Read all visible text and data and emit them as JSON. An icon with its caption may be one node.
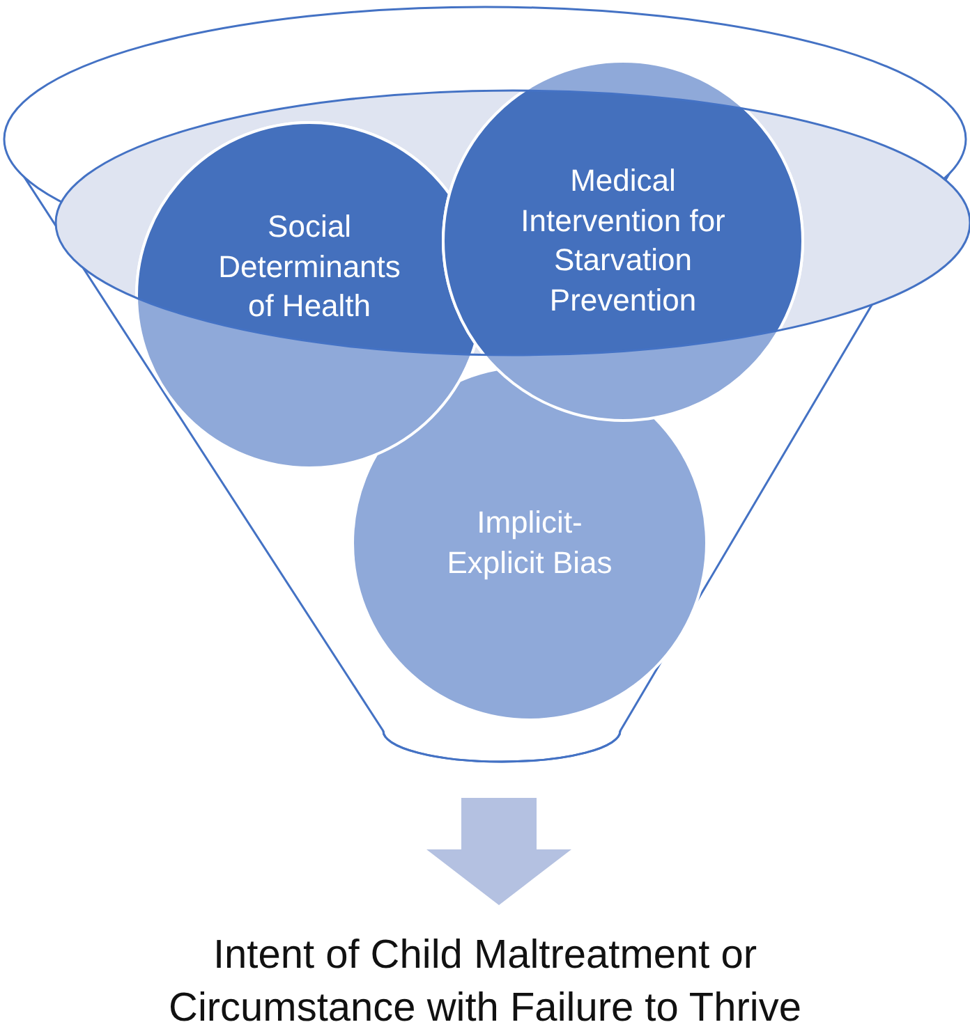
{
  "diagram": {
    "nodes": [
      {
        "text": [],
        "shape": "funnel"
      },
      {
        "text": [
          "Social Determinants of Health"
        ],
        "in": 0
      },
      {
        "text": [
          "Medical Intervention for Starvation Prevention"
        ],
        "in": 0
      },
      {
        "text": [
          "Implicit-Explicit Bias"
        ],
        "in": 0
      },
      {
        "text": [
          "Intent of Child Maltreatment or Circumstance with Failure to Thrive"
        ]
      }
    ],
    "edges": [
      {
        "from": 0,
        "to": 4,
        "arrow": "to",
        "style": "thick",
        "color": "#b4c1e1"
      }
    ]
  }
}
